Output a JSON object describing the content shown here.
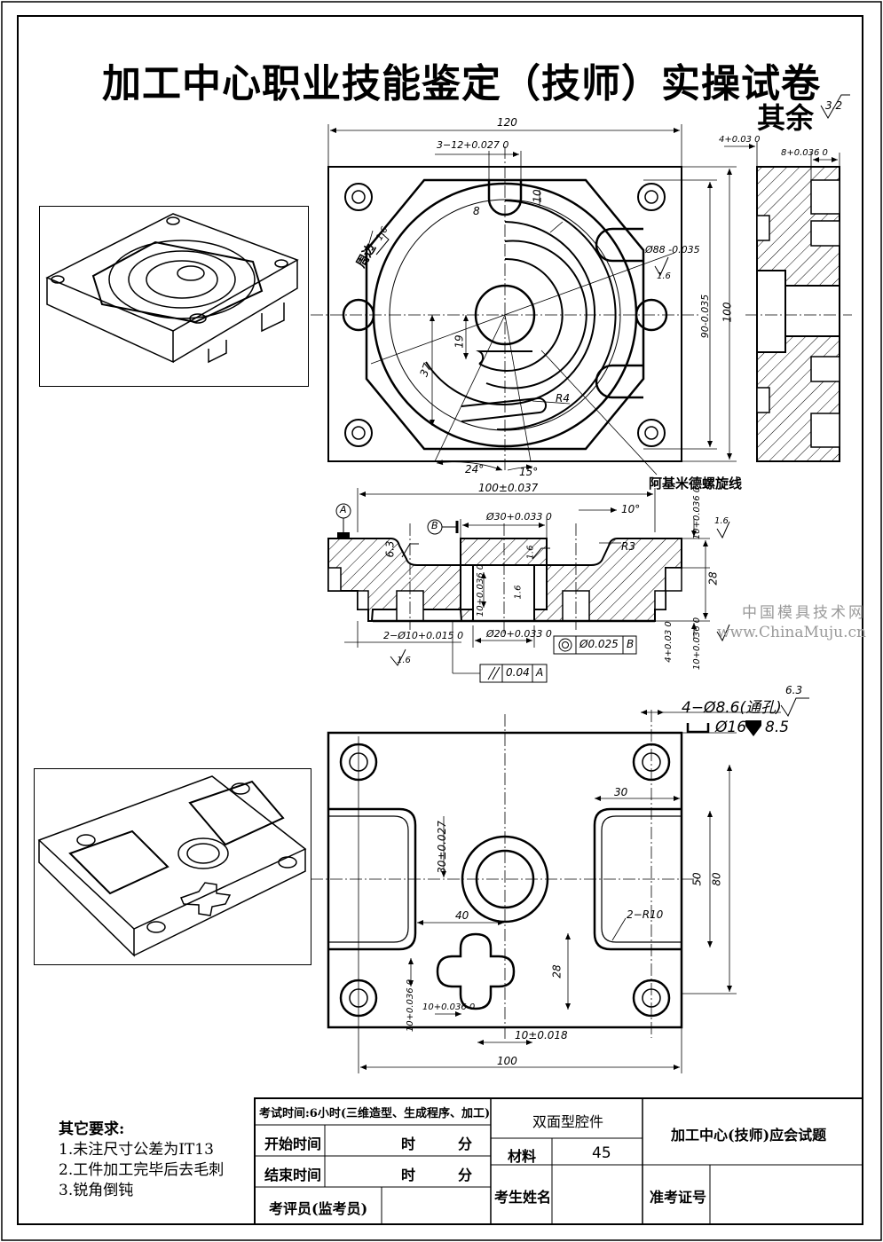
{
  "title": "加工中心职业技能鉴定（技师）实操试卷",
  "surface_note": {
    "label": "其余",
    "roughness": "3.2"
  },
  "dims_top": {
    "d120": "120",
    "slots": "3−12+0.027 0",
    "d10": "10",
    "d8": "8",
    "dia88": "Ø88 -0.035",
    "r16a": "1.6",
    "r16b": "1.6",
    "d90": "90-0.035",
    "d100v": "100",
    "d19": "19",
    "d37": "37",
    "r4": "R4",
    "a24": "24°",
    "a15": "15°",
    "zhoubian": "周边",
    "spiral": "阿基米德螺旋线",
    "side_4": "4+0.03 0",
    "side_8": "8+0.036 0"
  },
  "dims_section": {
    "d100": "100±0.037",
    "dia30": "Ø30+0.033 0",
    "a10": "10°",
    "r3": "R3",
    "r63": "6.3",
    "r16c": "1.6",
    "r16d": "1.6",
    "r16e": "1.6",
    "d10top": "10+0.036 0",
    "d28": "28",
    "d10mid": "10+0.036 0",
    "dia10": "2−Ø10+0.015 0",
    "dia20": "Ø20+0.033 0",
    "coax": "Ø0.025",
    "datum_b": "B",
    "datum_a": "A",
    "par": "0.04",
    "d4": "4+0.03 0",
    "d10bot": "10+0.036 0",
    "r16f": "1.6"
  },
  "dims_bottom": {
    "holes": "4−Ø8.6(通孔)",
    "holes_r": "6.3",
    "cbore": "Ø16",
    "cbore_depth": "8.5",
    "d30": "30",
    "d30h": "30±0.027",
    "d50": "50",
    "d80": "80",
    "d40": "40",
    "r10": "2−R10",
    "d28": "28",
    "d10v": "10+0.036 0",
    "d10h": "10+0.036 0",
    "d10018": "10±0.018",
    "d100": "100"
  },
  "watermark": {
    "line1": "中国模具技术网",
    "line2": "www.ChinaMuju.cn"
  },
  "requirements": {
    "heading": "其它要求:",
    "items": [
      "1.未注尺寸公差为IT13",
      "2.工件加工完毕后去毛刺",
      "3.锐角倒钝"
    ]
  },
  "title_block": {
    "exam_time": "考试时间:6小时(三维造型、生成程序、加工)",
    "start": "开始时间",
    "end": "结束时间",
    "hour": "时",
    "minute": "分",
    "examiner": "考评员(监考员)",
    "part_name": "双面型腔件",
    "material_label": "材料",
    "material": "45",
    "student": "考生姓名",
    "paper_title": "加工中心(技师)应会试题",
    "cert_no": "准考证号"
  }
}
